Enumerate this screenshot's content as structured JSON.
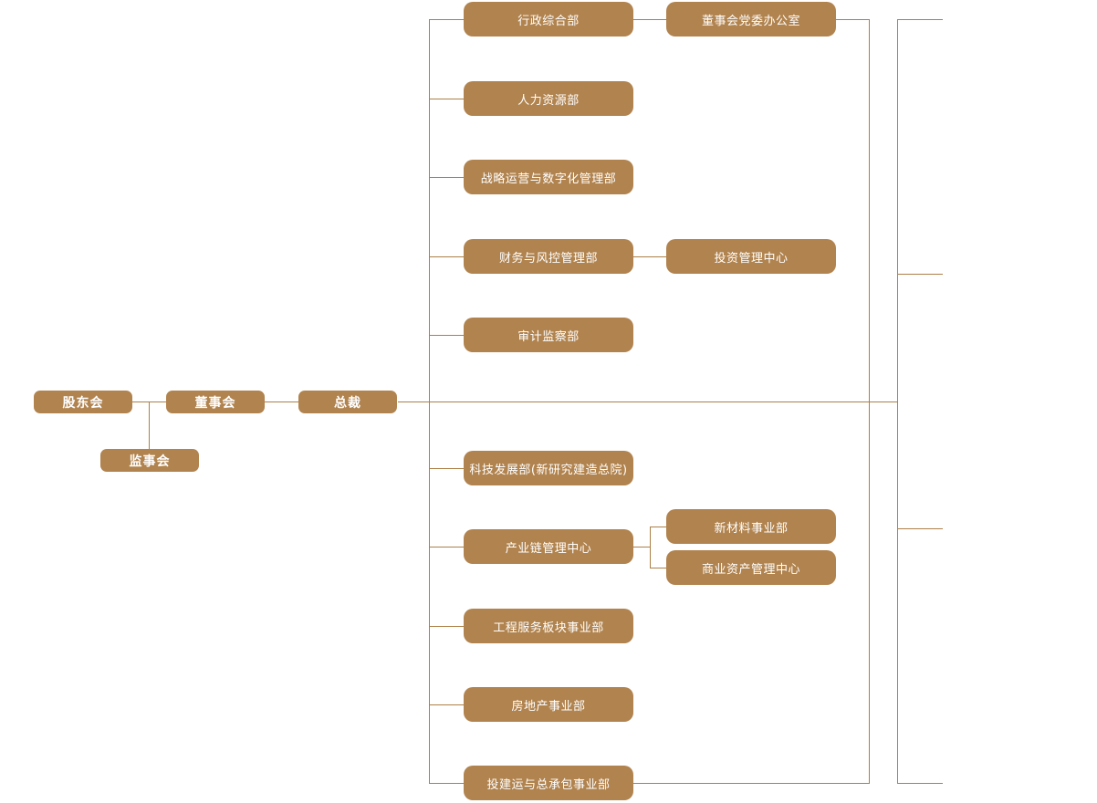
{
  "diagram": {
    "type": "org-chart",
    "colors": {
      "node_fill": "#b1834e",
      "connector": "#ad7f47",
      "node_text": "#ffffff",
      "background": "#ffffff"
    },
    "governance": {
      "shareholders": "股东会",
      "supervisory": "监事会",
      "board": "董事会",
      "president": "总裁"
    },
    "departments": {
      "admin": "行政综合部",
      "hr": "人力资源部",
      "strategy": "战略运营与数字化管理部",
      "finance": "财务与风控管理部",
      "audit": "审计监察部",
      "tech": "科技发展部(新研究建造总院)",
      "industry_chain": "产业链管理中心",
      "engineering": "工程服务板块事业部",
      "real_estate": "房地产事业部",
      "epc": "投建运与总承包事业部"
    },
    "affiliates": {
      "party_office": "董事会党委办公室",
      "investment_center": "投资管理中心",
      "new_materials": "新材料事业部",
      "commercial_assets": "商业资产管理中心"
    }
  }
}
